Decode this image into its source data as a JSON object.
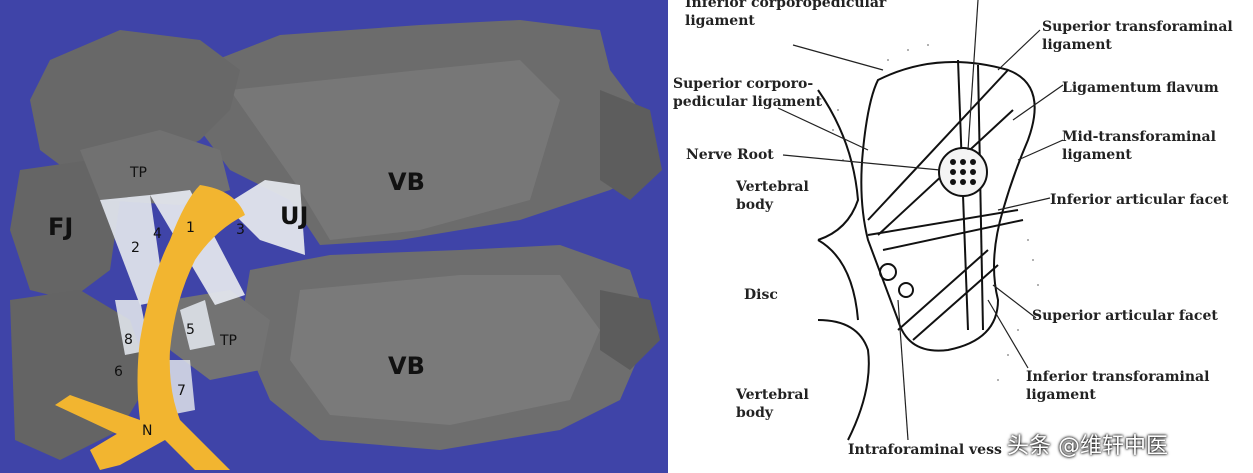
{
  "left_figure": {
    "labels": {
      "vb_upper": "VB",
      "vb_lower": "VB",
      "fj": "FJ",
      "uj": "UJ",
      "tp_upper": "TP",
      "tp_lower": "TP",
      "n": "N",
      "num1": "1",
      "num2": "2",
      "num3": "3",
      "num4": "4",
      "num5": "5",
      "num6": "6",
      "num7": "7",
      "num8": "8"
    },
    "colors": {
      "background": "#3f44a8",
      "bone": "#6e6e6e",
      "nerve": "#f2b530",
      "ligament": "#dfe3ea"
    }
  },
  "right_figure": {
    "labels": {
      "inferior_corporopedicular": "Inferior corporopedicular\nligament",
      "superior_transforaminal": "Superior transforaminal\nligament",
      "superior_corporopedicular": "Superior corporo-\npedicular ligament",
      "ligamentum_flavum": "Ligamentum flavum",
      "mid_transforaminal": "Mid-transforaminal\nligament",
      "nerve_root": "Nerve Root",
      "vertebral_body_upper": "Vertebral\nbody",
      "inferior_articular_facet": "Inferior articular facet",
      "disc": "Disc",
      "superior_articular_facet": "Superior articular facet",
      "inferior_transforaminal": "Inferior transforaminal\nligament",
      "vertebral_body_lower": "Vertebral\nbody",
      "intraforaminal_vessels": "Intraforaminal vess"
    }
  },
  "watermark": "头条 @维轩中医"
}
